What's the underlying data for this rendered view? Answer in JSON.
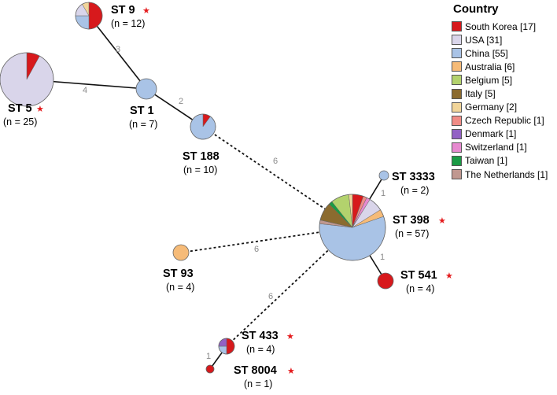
{
  "legend": {
    "title": "Country",
    "items": [
      {
        "label": "South Korea [17]",
        "color": "#d7191c"
      },
      {
        "label": "USA [31]",
        "color": "#d9d5ea"
      },
      {
        "label": "China [55]",
        "color": "#a9c3e6"
      },
      {
        "label": "Australia [6]",
        "color": "#f6bb78"
      },
      {
        "label": "Belgium [5]",
        "color": "#b3d26d"
      },
      {
        "label": "Italy [5]",
        "color": "#8b6b2f"
      },
      {
        "label": "Germany [2]",
        "color": "#f1d59a"
      },
      {
        "label": "Czech Republic [1]",
        "color": "#f08c86"
      },
      {
        "label": "Denmark [1]",
        "color": "#9261c4"
      },
      {
        "label": "Switzerland [1]",
        "color": "#e78ad0"
      },
      {
        "label": "Taiwan [1]",
        "color": "#1a9a45"
      },
      {
        "label": "The Netherlands [1]",
        "color": "#c09890"
      }
    ]
  },
  "nodes": [
    {
      "id": "st9",
      "name": "ST 9",
      "count": "(n = 12)",
      "starred": true,
      "slices": [
        {
          "country": "South Korea",
          "value": 6
        },
        {
          "country": "China",
          "value": 3
        },
        {
          "country": "USA",
          "value": 2
        },
        {
          "country": "Germany",
          "value": 1
        }
      ]
    },
    {
      "id": "st5",
      "name": "ST 5",
      "count": "(n = 25)",
      "starred": true,
      "slices": [
        {
          "country": "South Korea",
          "value": 2
        },
        {
          "country": "USA",
          "value": 23
        }
      ]
    },
    {
      "id": "st1",
      "name": "ST 1",
      "count": "(n = 7)",
      "starred": false,
      "slices": [
        {
          "country": "China",
          "value": 7
        }
      ]
    },
    {
      "id": "st188",
      "name": "ST 188",
      "count": "(n = 10)",
      "starred": false,
      "slices": [
        {
          "country": "South Korea",
          "value": 1
        },
        {
          "country": "China",
          "value": 9
        }
      ]
    },
    {
      "id": "st3333",
      "name": "ST 3333",
      "count": "(n = 2)",
      "starred": false,
      "slices": [
        {
          "country": "China",
          "value": 2
        }
      ]
    },
    {
      "id": "st398",
      "name": "ST 398",
      "count": "(n = 57)",
      "starred": true,
      "slices": [
        {
          "country": "South Korea",
          "value": 3
        },
        {
          "country": "Czech Republic",
          "value": 1
        },
        {
          "country": "Switzerland",
          "value": 1
        },
        {
          "country": "USA",
          "value": 4
        },
        {
          "country": "Australia",
          "value": 2
        },
        {
          "country": "China",
          "value": 32
        },
        {
          "country": "The Netherlands",
          "value": 1
        },
        {
          "country": "Italy",
          "value": 5
        },
        {
          "country": "Taiwan",
          "value": 1
        },
        {
          "country": "Belgium",
          "value": 5
        },
        {
          "country": "Germany",
          "value": 1
        }
      ]
    },
    {
      "id": "st93",
      "name": "ST 93",
      "count": "(n = 4)",
      "starred": false,
      "slices": [
        {
          "country": "Australia",
          "value": 4
        }
      ]
    },
    {
      "id": "st541",
      "name": "ST 541",
      "count": "(n = 4)",
      "starred": true,
      "slices": [
        {
          "country": "South Korea",
          "value": 4
        }
      ]
    },
    {
      "id": "st433",
      "name": "ST 433",
      "count": "(n = 4)",
      "starred": true,
      "slices": [
        {
          "country": "South Korea",
          "value": 2
        },
        {
          "country": "China",
          "value": 1
        },
        {
          "country": "Denmark",
          "value": 1
        }
      ]
    },
    {
      "id": "st8004",
      "name": "ST 8004",
      "count": "(n = 1)",
      "starred": true,
      "slices": [
        {
          "country": "South Korea",
          "value": 1
        }
      ]
    }
  ],
  "edges": [
    {
      "from": "st9",
      "to": "st1",
      "label": "3",
      "style": "solid"
    },
    {
      "from": "st5",
      "to": "st1",
      "label": "4",
      "style": "solid"
    },
    {
      "from": "st1",
      "to": "st188",
      "label": "2",
      "style": "solid"
    },
    {
      "from": "st188",
      "to": "st398",
      "label": "6",
      "style": "dotted"
    },
    {
      "from": "st3333",
      "to": "st398",
      "label": "1",
      "style": "solid"
    },
    {
      "from": "st93",
      "to": "st398",
      "label": "6",
      "style": "dotted"
    },
    {
      "from": "st541",
      "to": "st398",
      "label": "1",
      "style": "solid"
    },
    {
      "from": "st433",
      "to": "st398",
      "label": "6",
      "style": "dotted"
    },
    {
      "from": "st433",
      "to": "st8004",
      "label": "1",
      "style": "solid"
    }
  ]
}
